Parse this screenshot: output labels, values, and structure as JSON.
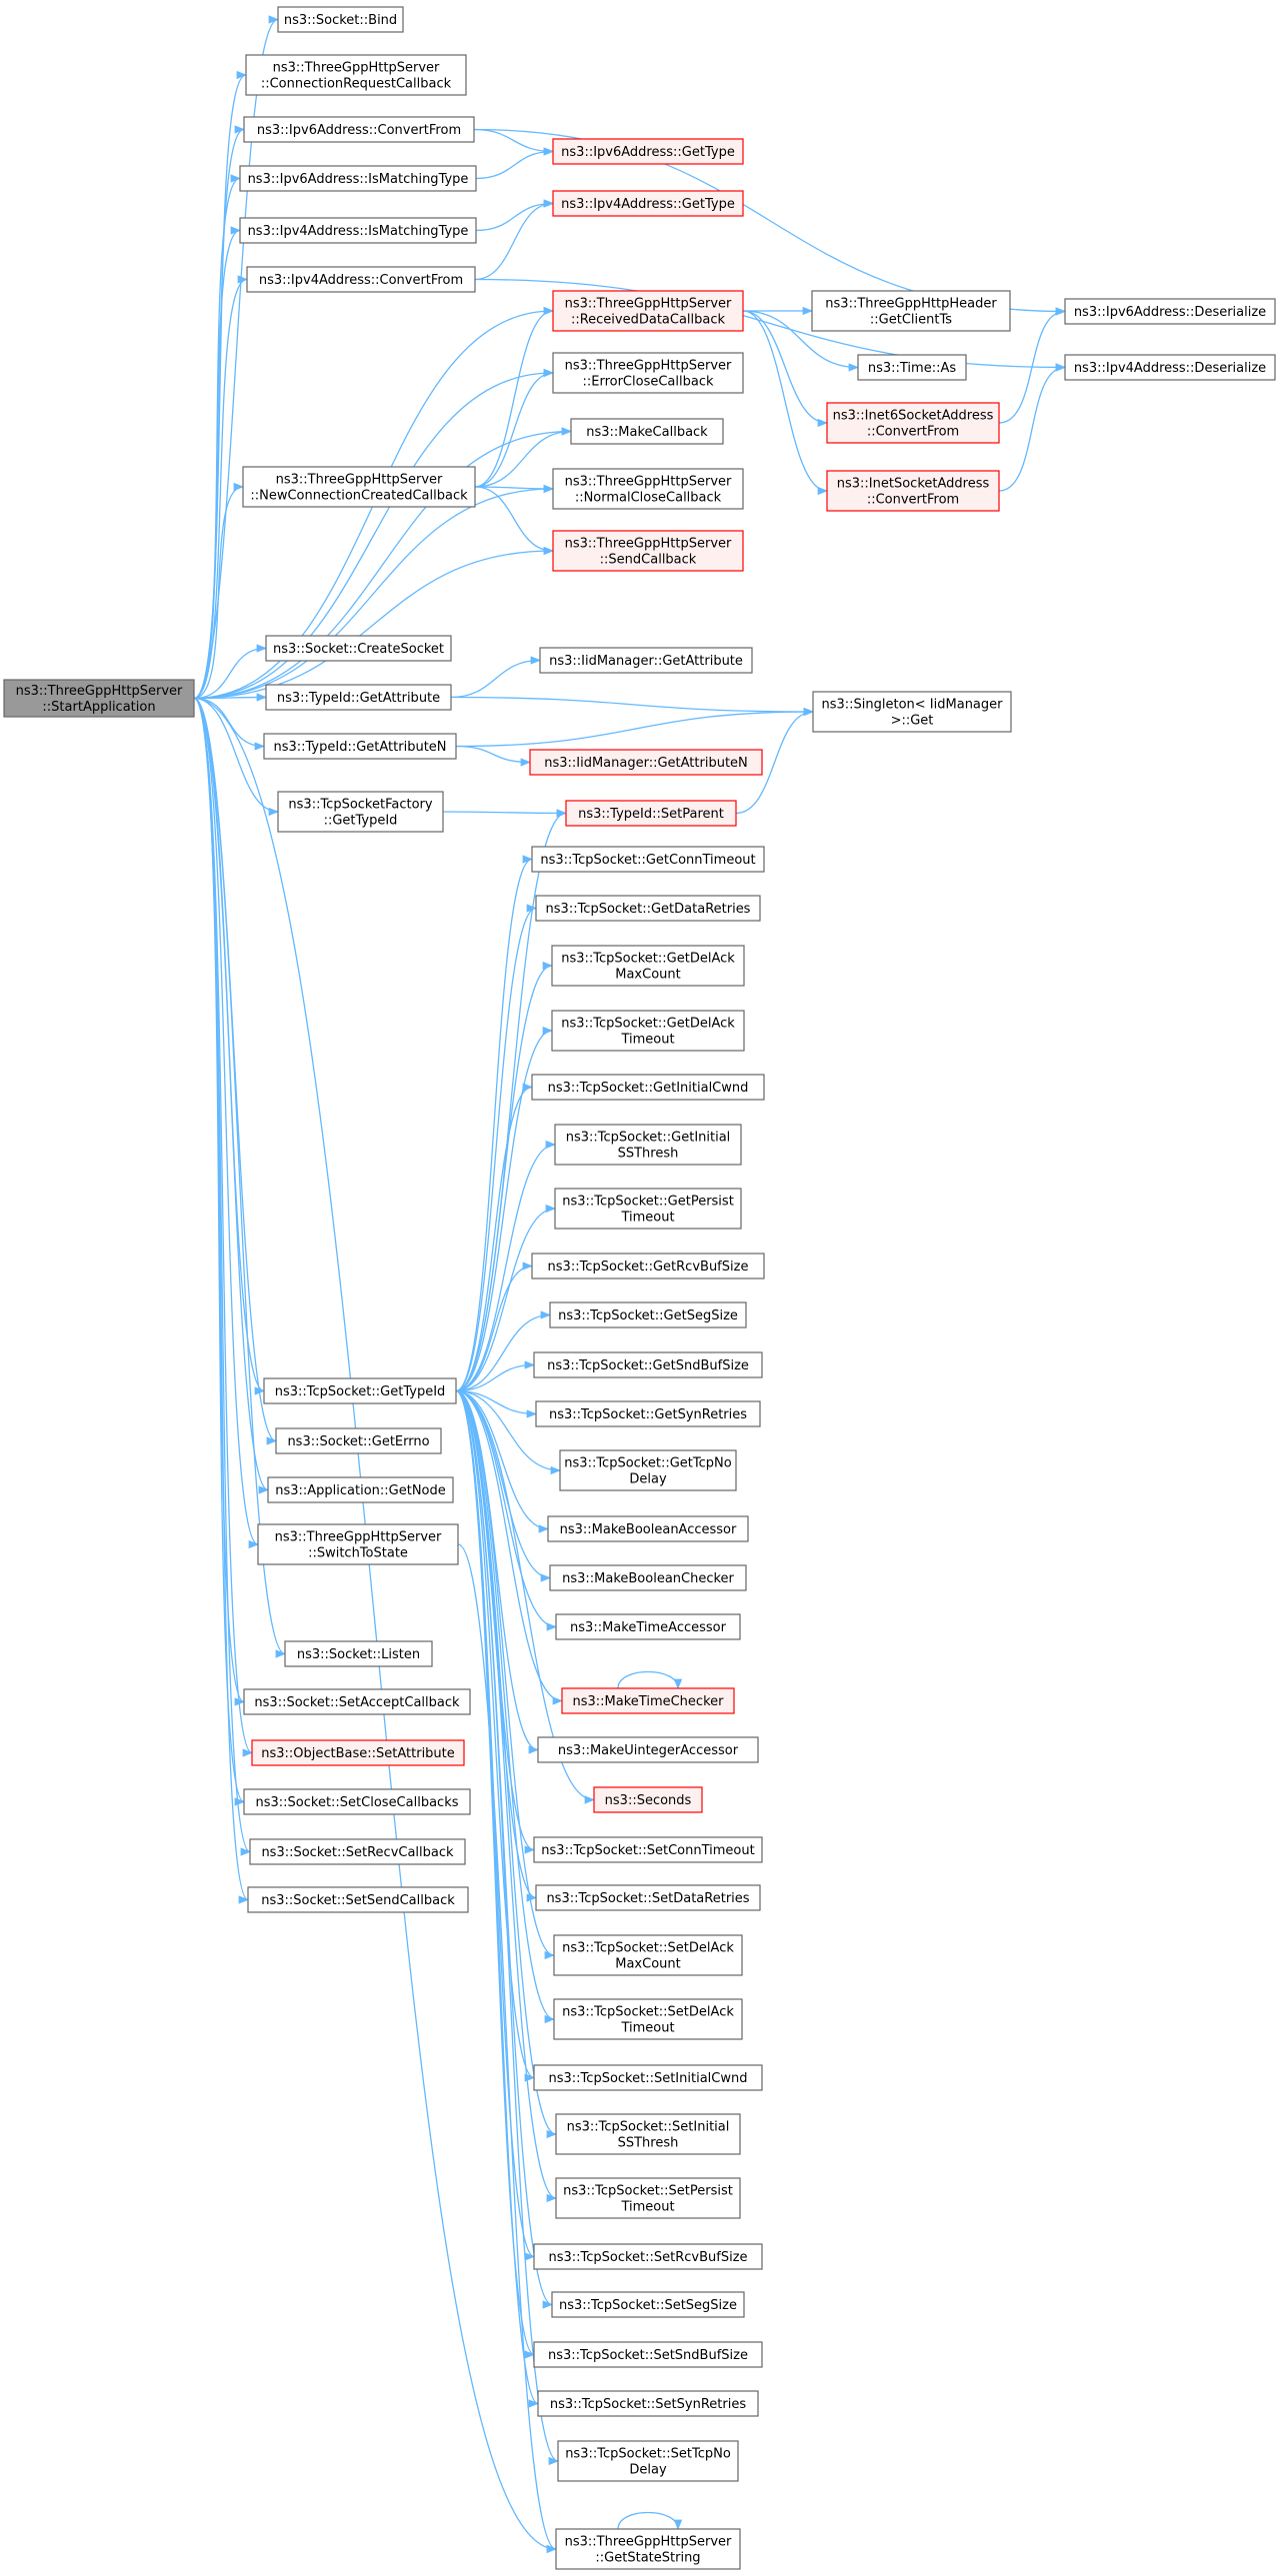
{
  "graph": {
    "edge_color": "#63b8ff",
    "node_border": "#666666",
    "link_border": "#ff0000",
    "root_fill": "#999999",
    "nodes": [
      {
        "id": "root",
        "lines": [
          "ns3::ThreeGppHttpServer",
          "::StartApplication"
        ],
        "style": "root"
      },
      {
        "id": "socket-bind",
        "lines": [
          "ns3::Socket::Bind"
        ]
      },
      {
        "id": "connreq",
        "lines": [
          "ns3::ThreeGppHttpServer",
          "::ConnectionRequestCallback"
        ]
      },
      {
        "id": "ipv6-convertfrom",
        "lines": [
          "ns3::Ipv6Address::ConvertFrom"
        ]
      },
      {
        "id": "ipv6-ismatching",
        "lines": [
          "ns3::Ipv6Address::IsMatchingType"
        ]
      },
      {
        "id": "ipv4-ismatching",
        "lines": [
          "ns3::Ipv4Address::IsMatchingType"
        ]
      },
      {
        "id": "ipv4-convertfrom",
        "lines": [
          "ns3::Ipv4Address::ConvertFrom"
        ]
      },
      {
        "id": "newconn",
        "lines": [
          "ns3::ThreeGppHttpServer",
          "::NewConnectionCreatedCallback"
        ]
      },
      {
        "id": "ipv6-gettype",
        "lines": [
          "ns3::Ipv6Address::GetType"
        ],
        "style": "red"
      },
      {
        "id": "ipv4-gettype",
        "lines": [
          "ns3::Ipv4Address::GetType"
        ],
        "style": "red"
      },
      {
        "id": "recvdata",
        "lines": [
          "ns3::ThreeGppHttpServer",
          "::ReceivedDataCallback"
        ],
        "style": "red"
      },
      {
        "id": "errclose",
        "lines": [
          "ns3::ThreeGppHttpServer",
          "::ErrorCloseCallback"
        ]
      },
      {
        "id": "makecallback",
        "lines": [
          "ns3::MakeCallback"
        ]
      },
      {
        "id": "normclose",
        "lines": [
          "ns3::ThreeGppHttpServer",
          "::NormalCloseCallback"
        ]
      },
      {
        "id": "sendcb",
        "lines": [
          "ns3::ThreeGppHttpServer",
          "::SendCallback"
        ],
        "style": "red"
      },
      {
        "id": "getclientts",
        "lines": [
          "ns3::ThreeGppHttpHeader",
          "::GetClientTs"
        ]
      },
      {
        "id": "time-as",
        "lines": [
          "ns3::Time::As"
        ]
      },
      {
        "id": "inet6-convertfrom",
        "lines": [
          "ns3::Inet6SocketAddress",
          "::ConvertFrom"
        ],
        "style": "red"
      },
      {
        "id": "inet-convertfrom",
        "lines": [
          "ns3::InetSocketAddress",
          "::ConvertFrom"
        ],
        "style": "red"
      },
      {
        "id": "ipv6-deserialize",
        "lines": [
          "ns3::Ipv6Address::Deserialize"
        ]
      },
      {
        "id": "ipv4-deserialize",
        "lines": [
          "ns3::Ipv4Address::Deserialize"
        ]
      },
      {
        "id": "createsocket",
        "lines": [
          "ns3::Socket::CreateSocket"
        ]
      },
      {
        "id": "typeid-getattr",
        "lines": [
          "ns3::TypeId::GetAttribute"
        ]
      },
      {
        "id": "typeid-getattrn",
        "lines": [
          "ns3::TypeId::GetAttributeN"
        ]
      },
      {
        "id": "tcpfactory-gettypeid",
        "lines": [
          "ns3::TcpSocketFactory",
          "::GetTypeId"
        ]
      },
      {
        "id": "iid-getattr",
        "lines": [
          "ns3::IidManager::GetAttribute"
        ]
      },
      {
        "id": "iid-getattrn",
        "lines": [
          "ns3::IidManager::GetAttributeN"
        ],
        "style": "red"
      },
      {
        "id": "setparent",
        "lines": [
          "ns3::TypeId::SetParent"
        ],
        "style": "red"
      },
      {
        "id": "singleton-get",
        "lines": [
          "ns3::Singleton< IidManager",
          " >::Get"
        ]
      },
      {
        "id": "tcp-gettypeid",
        "lines": [
          "ns3::TcpSocket::GetTypeId"
        ]
      },
      {
        "id": "socket-geterrno",
        "lines": [
          "ns3::Socket::GetErrno"
        ]
      },
      {
        "id": "app-getnode",
        "lines": [
          "ns3::Application::GetNode"
        ]
      },
      {
        "id": "switchtostate",
        "lines": [
          "ns3::ThreeGppHttpServer",
          "::SwitchToState"
        ]
      },
      {
        "id": "socket-listen",
        "lines": [
          "ns3::Socket::Listen"
        ]
      },
      {
        "id": "setacceptcb",
        "lines": [
          "ns3::Socket::SetAcceptCallback"
        ]
      },
      {
        "id": "objbase-setattr",
        "lines": [
          "ns3::ObjectBase::SetAttribute"
        ],
        "style": "red"
      },
      {
        "id": "setclosecbs",
        "lines": [
          "ns3::Socket::SetCloseCallbacks"
        ]
      },
      {
        "id": "setrecvcb",
        "lines": [
          "ns3::Socket::SetRecvCallback"
        ]
      },
      {
        "id": "setsendcb",
        "lines": [
          "ns3::Socket::SetSendCallback"
        ]
      },
      {
        "id": "get-conntimeout",
        "lines": [
          "ns3::TcpSocket::GetConnTimeout"
        ]
      },
      {
        "id": "get-dataretries",
        "lines": [
          "ns3::TcpSocket::GetDataRetries"
        ]
      },
      {
        "id": "get-delackmax",
        "lines": [
          "ns3::TcpSocket::GetDelAck",
          "MaxCount"
        ]
      },
      {
        "id": "get-delacktimeout",
        "lines": [
          "ns3::TcpSocket::GetDelAck",
          "Timeout"
        ]
      },
      {
        "id": "get-initialcwnd",
        "lines": [
          "ns3::TcpSocket::GetInitialCwnd"
        ]
      },
      {
        "id": "get-initialssthresh",
        "lines": [
          "ns3::TcpSocket::GetInitial",
          "SSThresh"
        ]
      },
      {
        "id": "get-persisttimeout",
        "lines": [
          "ns3::TcpSocket::GetPersist",
          "Timeout"
        ]
      },
      {
        "id": "get-rcvbufsize",
        "lines": [
          "ns3::TcpSocket::GetRcvBufSize"
        ]
      },
      {
        "id": "get-segsize",
        "lines": [
          "ns3::TcpSocket::GetSegSize"
        ]
      },
      {
        "id": "get-sndbufsize",
        "lines": [
          "ns3::TcpSocket::GetSndBufSize"
        ]
      },
      {
        "id": "get-synretries",
        "lines": [
          "ns3::TcpSocket::GetSynRetries"
        ]
      },
      {
        "id": "get-tcpnodelay",
        "lines": [
          "ns3::TcpSocket::GetTcpNo",
          "Delay"
        ]
      },
      {
        "id": "makeboolaccessor",
        "lines": [
          "ns3::MakeBooleanAccessor"
        ]
      },
      {
        "id": "makeboolchecker",
        "lines": [
          "ns3::MakeBooleanChecker"
        ]
      },
      {
        "id": "maketimeaccessor",
        "lines": [
          "ns3::MakeTimeAccessor"
        ]
      },
      {
        "id": "maketimechecker",
        "lines": [
          "ns3::MakeTimeChecker"
        ],
        "style": "red"
      },
      {
        "id": "makeuintaccessor",
        "lines": [
          "ns3::MakeUintegerAccessor"
        ]
      },
      {
        "id": "seconds",
        "lines": [
          "ns3::Seconds"
        ],
        "style": "red"
      },
      {
        "id": "set-conntimeout",
        "lines": [
          "ns3::TcpSocket::SetConnTimeout"
        ]
      },
      {
        "id": "set-dataretries",
        "lines": [
          "ns3::TcpSocket::SetDataRetries"
        ]
      },
      {
        "id": "set-delackmax",
        "lines": [
          "ns3::TcpSocket::SetDelAck",
          "MaxCount"
        ]
      },
      {
        "id": "set-delacktimeout",
        "lines": [
          "ns3::TcpSocket::SetDelAck",
          "Timeout"
        ]
      },
      {
        "id": "set-initialcwnd",
        "lines": [
          "ns3::TcpSocket::SetInitialCwnd"
        ]
      },
      {
        "id": "set-initialssthresh",
        "lines": [
          "ns3::TcpSocket::SetInitial",
          "SSThresh"
        ]
      },
      {
        "id": "set-persisttimeout",
        "lines": [
          "ns3::TcpSocket::SetPersist",
          "Timeout"
        ]
      },
      {
        "id": "set-rcvbufsize",
        "lines": [
          "ns3::TcpSocket::SetRcvBufSize"
        ]
      },
      {
        "id": "set-segsize",
        "lines": [
          "ns3::TcpSocket::SetSegSize"
        ]
      },
      {
        "id": "set-sndbufsize",
        "lines": [
          "ns3::TcpSocket::SetSndBufSize"
        ]
      },
      {
        "id": "set-synretries",
        "lines": [
          "ns3::TcpSocket::SetSynRetries"
        ]
      },
      {
        "id": "set-tcpnodelay",
        "lines": [
          "ns3::TcpSocket::SetTcpNo",
          "Delay"
        ]
      },
      {
        "id": "getstatestring",
        "lines": [
          "ns3::ThreeGppHttpServer",
          "::GetStateString"
        ]
      }
    ],
    "edges": [
      [
        "root",
        "socket-bind"
      ],
      [
        "root",
        "connreq"
      ],
      [
        "root",
        "ipv6-convertfrom"
      ],
      [
        "root",
        "ipv6-ismatching"
      ],
      [
        "root",
        "ipv4-ismatching"
      ],
      [
        "root",
        "ipv4-convertfrom"
      ],
      [
        "root",
        "newconn"
      ],
      [
        "root",
        "recvdata"
      ],
      [
        "root",
        "errclose"
      ],
      [
        "root",
        "makecallback"
      ],
      [
        "root",
        "normclose"
      ],
      [
        "root",
        "sendcb"
      ],
      [
        "root",
        "createsocket"
      ],
      [
        "root",
        "typeid-getattr"
      ],
      [
        "root",
        "typeid-getattrn"
      ],
      [
        "root",
        "tcpfactory-gettypeid"
      ],
      [
        "root",
        "tcp-gettypeid"
      ],
      [
        "root",
        "socket-geterrno"
      ],
      [
        "root",
        "app-getnode"
      ],
      [
        "root",
        "switchtostate"
      ],
      [
        "root",
        "socket-listen"
      ],
      [
        "root",
        "setacceptcb"
      ],
      [
        "root",
        "objbase-setattr"
      ],
      [
        "root",
        "setclosecbs"
      ],
      [
        "root",
        "setrecvcb"
      ],
      [
        "root",
        "setsendcb"
      ],
      [
        "root",
        "getstatestring"
      ],
      [
        "ipv6-convertfrom",
        "ipv6-gettype"
      ],
      [
        "ipv6-convertfrom",
        "ipv6-deserialize"
      ],
      [
        "ipv6-ismatching",
        "ipv6-gettype"
      ],
      [
        "ipv4-ismatching",
        "ipv4-gettype"
      ],
      [
        "ipv4-convertfrom",
        "ipv4-gettype"
      ],
      [
        "ipv4-convertfrom",
        "ipv4-deserialize"
      ],
      [
        "newconn",
        "recvdata"
      ],
      [
        "newconn",
        "errclose"
      ],
      [
        "newconn",
        "makecallback"
      ],
      [
        "newconn",
        "normclose"
      ],
      [
        "newconn",
        "sendcb"
      ],
      [
        "recvdata",
        "getclientts"
      ],
      [
        "recvdata",
        "time-as"
      ],
      [
        "recvdata",
        "inet6-convertfrom"
      ],
      [
        "recvdata",
        "inet-convertfrom"
      ],
      [
        "inet6-convertfrom",
        "ipv6-deserialize"
      ],
      [
        "inet-convertfrom",
        "ipv4-deserialize"
      ],
      [
        "typeid-getattr",
        "iid-getattr"
      ],
      [
        "typeid-getattr",
        "singleton-get"
      ],
      [
        "typeid-getattrn",
        "iid-getattrn"
      ],
      [
        "typeid-getattrn",
        "singleton-get"
      ],
      [
        "tcpfactory-gettypeid",
        "setparent"
      ],
      [
        "setparent",
        "singleton-get"
      ],
      [
        "tcp-gettypeid",
        "setparent"
      ],
      [
        "tcp-gettypeid",
        "get-conntimeout"
      ],
      [
        "tcp-gettypeid",
        "get-dataretries"
      ],
      [
        "tcp-gettypeid",
        "get-delackmax"
      ],
      [
        "tcp-gettypeid",
        "get-delacktimeout"
      ],
      [
        "tcp-gettypeid",
        "get-initialcwnd"
      ],
      [
        "tcp-gettypeid",
        "get-initialssthresh"
      ],
      [
        "tcp-gettypeid",
        "get-persisttimeout"
      ],
      [
        "tcp-gettypeid",
        "get-rcvbufsize"
      ],
      [
        "tcp-gettypeid",
        "get-segsize"
      ],
      [
        "tcp-gettypeid",
        "get-sndbufsize"
      ],
      [
        "tcp-gettypeid",
        "get-synretries"
      ],
      [
        "tcp-gettypeid",
        "get-tcpnodelay"
      ],
      [
        "tcp-gettypeid",
        "makeboolaccessor"
      ],
      [
        "tcp-gettypeid",
        "makeboolchecker"
      ],
      [
        "tcp-gettypeid",
        "maketimeaccessor"
      ],
      [
        "tcp-gettypeid",
        "maketimechecker"
      ],
      [
        "tcp-gettypeid",
        "makeuintaccessor"
      ],
      [
        "tcp-gettypeid",
        "seconds"
      ],
      [
        "tcp-gettypeid",
        "set-conntimeout"
      ],
      [
        "tcp-gettypeid",
        "set-dataretries"
      ],
      [
        "tcp-gettypeid",
        "set-delackmax"
      ],
      [
        "tcp-gettypeid",
        "set-delacktimeout"
      ],
      [
        "tcp-gettypeid",
        "set-initialcwnd"
      ],
      [
        "tcp-gettypeid",
        "set-initialssthresh"
      ],
      [
        "tcp-gettypeid",
        "set-persisttimeout"
      ],
      [
        "tcp-gettypeid",
        "set-rcvbufsize"
      ],
      [
        "tcp-gettypeid",
        "set-segsize"
      ],
      [
        "tcp-gettypeid",
        "set-sndbufsize"
      ],
      [
        "tcp-gettypeid",
        "set-synretries"
      ],
      [
        "tcp-gettypeid",
        "set-tcpnodelay"
      ],
      [
        "maketimechecker",
        "maketimechecker"
      ],
      [
        "switchtostate",
        "getstatestring"
      ],
      [
        "getstatestring",
        "getstatestring"
      ]
    ]
  }
}
